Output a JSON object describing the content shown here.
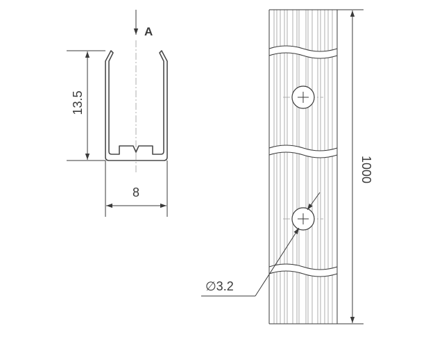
{
  "section_marker": "A",
  "dimensions": {
    "height": "13.5",
    "width": "8",
    "length": "1000",
    "hole_diameter": "∅3.2"
  },
  "colors": {
    "line": "#3a3a3a",
    "detail": "#9a9a9a",
    "background": "#ffffff"
  }
}
